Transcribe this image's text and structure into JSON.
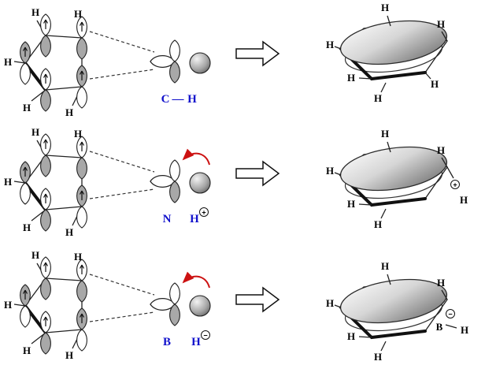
{
  "labels": {
    "hydrogen": "H"
  },
  "rows": [
    {
      "fragment_atom": "C",
      "fragment_bond": "—",
      "fragment_h": "H",
      "fragment_charge": "",
      "product_charge": "",
      "product_heteroatom": "",
      "product_h": ""
    },
    {
      "fragment_atom": "N",
      "fragment_bond": "",
      "fragment_h": "H",
      "fragment_charge": "+",
      "product_charge": "+",
      "product_heteroatom": "",
      "product_h": "H"
    },
    {
      "fragment_atom": "B",
      "fragment_bond": "",
      "fragment_h": "H",
      "fragment_charge": "−",
      "product_charge": "−",
      "product_heteroatom": "B",
      "product_h": "H"
    }
  ],
  "colors": {
    "label_blue": "#1111cc",
    "electron_arrow_red": "#cc1111",
    "lobe_gray": "#a8a8a8"
  }
}
